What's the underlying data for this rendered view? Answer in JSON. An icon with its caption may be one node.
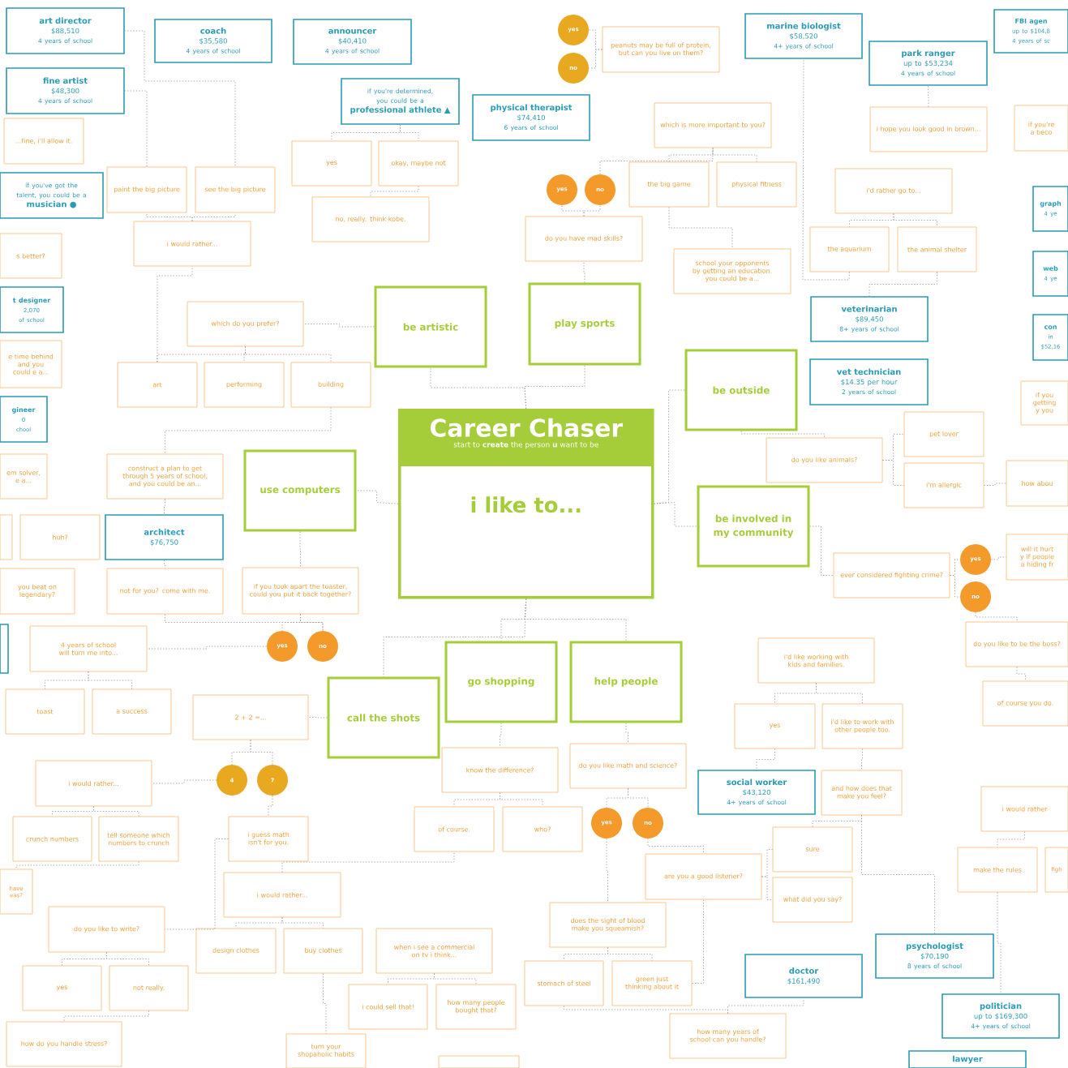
{
  "diagram": {
    "nodes": [
      {
        "text": [
          "art director",
          "$88,510",
          "4 years of school"
        ]
      },
      {
        "text": [
          "coach",
          "$35,580",
          "4 years of school"
        ]
      },
      {
        "text": [
          "announcer",
          "$40,410",
          "4 years of school"
        ]
      },
      {
        "text": [
          "fine artist",
          "$48,300",
          "4 years of school"
        ]
      },
      {
        "text": [
          "if you're determined, you could be a",
          "professional athlete ▲"
        ]
      },
      {
        "text": [
          "physical therapist",
          "$74,410",
          "6 years of school"
        ]
      },
      {
        "text": [
          "marine biologist",
          "$58,520",
          "4+ years of school"
        ]
      },
      {
        "text": [
          "park ranger",
          "up to $53,234",
          "4 years of school"
        ]
      },
      {
        "text": [
          "FBI agen",
          "up to $104,8",
          "4 years of sc"
        ]
      },
      {
        "text": [
          "if you've got the talent, you could be a",
          "musician ●"
        ]
      },
      {
        "text": [
          "t designer",
          "2,070",
          "of school"
        ]
      },
      {
        "text": [
          "gineer",
          "0",
          "chool"
        ]
      },
      {
        "text": [
          "architect",
          "$76,750"
        ]
      },
      {
        "text": [
          "veterinarian",
          "$89,450",
          "8+ years of school"
        ]
      },
      {
        "text": [
          "vet technician",
          "$14.35 per hour",
          "2 years of school"
        ]
      },
      {
        "text": [
          "graph",
          "4 ye"
        ]
      },
      {
        "text": [
          "web",
          "4 ye"
        ]
      },
      {
        "text": [
          "con",
          "in",
          "$52,16"
        ]
      },
      {
        "text": [
          "social worker",
          "$43,120",
          "4+ years of school"
        ]
      },
      {
        "text": [
          "psychologist",
          "$70,190",
          "8 years of school"
        ]
      },
      {
        "text": [
          "doctor",
          "$161,490"
        ]
      },
      {
        "text": [
          "politician",
          "up to $169,300",
          "4+ years of school"
        ]
      },
      {
        "text": [
          "lawyer"
        ]
      },
      {
        "text": [],
        "shape": "box"
      },
      {
        "text": [
          "...fine, i'll allow it."
        ]
      },
      {
        "text": [
          "paint the big picture"
        ]
      },
      {
        "text": [
          "see the big picture"
        ]
      },
      {
        "text": [
          "i would rather..."
        ]
      },
      {
        "text": [
          "yes"
        ]
      },
      {
        "text": [
          "okay, maybe not"
        ]
      },
      {
        "text": [
          "no, really. think kobe."
        ]
      },
      {
        "text": [
          "s better?"
        ]
      },
      {
        "text": [
          "which do you prefer?"
        ]
      },
      {
        "text": [
          "e time behind and you could e a..."
        ]
      },
      {
        "text": [
          "art"
        ]
      },
      {
        "text": [
          "performing"
        ]
      },
      {
        "text": [
          "building"
        ]
      },
      {
        "text": [
          "em solver, e a..."
        ]
      },
      {
        "text": [
          "construct a plan to get through 5 years of school, and you could be an..."
        ]
      },
      {
        "text": [
          "huh?"
        ]
      },
      {
        "text": [],
        "shape": "box"
      },
      {
        "text": [
          "you beat on legendary?"
        ]
      },
      {
        "text": [
          "not for you? come with me."
        ]
      },
      {
        "text": [
          "if you took apart the toaster, could you put it back together?"
        ]
      },
      {
        "text": [
          "4 years of school will turn me into..."
        ]
      },
      {
        "text": [
          "toast"
        ]
      },
      {
        "text": [
          "a success"
        ]
      },
      {
        "text": [
          "2 + 2 =..."
        ]
      },
      {
        "text": [
          "i would rather..."
        ]
      },
      {
        "text": [
          "crunch numbers"
        ]
      },
      {
        "text": [
          "tell someone which numbers to crunch"
        ]
      },
      {
        "text": [
          "i guess math isn't for you."
        ]
      },
      {
        "text": [
          "have eas?"
        ]
      },
      {
        "text": [
          "i would rather..."
        ]
      },
      {
        "text": [
          "do you like to write?"
        ]
      },
      {
        "text": [
          "design clothes"
        ]
      },
      {
        "text": [
          "buy clothes"
        ]
      },
      {
        "text": [
          "when i see a commercial on tv i think..."
        ]
      },
      {
        "text": [
          "yes"
        ]
      },
      {
        "text": [
          "not really."
        ]
      },
      {
        "text": [
          "how do you handle stress?"
        ]
      },
      {
        "text": [
          "i could sell that!"
        ]
      },
      {
        "text": [
          "how many people bought that?"
        ]
      },
      {
        "text": [
          "turn your shopaholic habits"
        ]
      },
      {
        "text": [
          "peanuts may be full of protein, but can you live on them?"
        ]
      },
      {
        "text": [
          "which is more important to you?"
        ]
      },
      {
        "text": [
          "the big game"
        ]
      },
      {
        "text": [
          "physical fitness"
        ]
      },
      {
        "text": [
          "do you have mad skills?"
        ]
      },
      {
        "text": [
          "school your opponents by getting an education. you could be a..."
        ]
      },
      {
        "text": [
          "i hope you look good in brown..."
        ]
      },
      {
        "text": [
          "if you're a beco"
        ]
      },
      {
        "text": [
          "i'd rather go to..."
        ]
      },
      {
        "text": [
          "the aquarium"
        ]
      },
      {
        "text": [
          "the animal shelter"
        ]
      },
      {
        "text": [
          "pet lover"
        ]
      },
      {
        "text": [
          "do you like animals?"
        ]
      },
      {
        "text": [
          "i'm allergic"
        ]
      },
      {
        "text": [
          "how abou"
        ]
      },
      {
        "text": [
          "if you getting y you"
        ]
      },
      {
        "text": [
          "ever considered fighting crime?"
        ]
      },
      {
        "text": [
          "will it hurt y if people a hiding fr"
        ]
      },
      {
        "text": [
          "do you like to be the boss?"
        ]
      },
      {
        "text": [
          "of course you do."
        ]
      },
      {
        "text": [
          "i'd like working with kids and families."
        ]
      },
      {
        "text": [
          "yes"
        ]
      },
      {
        "text": [
          "i'd like to work with other people too."
        ]
      },
      {
        "text": [
          "and how does that make you feel?"
        ]
      },
      {
        "text": [
          "i would rather"
        ]
      },
      {
        "text": [
          "sure"
        ]
      },
      {
        "text": [
          "what did you say?"
        ]
      },
      {
        "text": [
          "are you a good listener?"
        ]
      },
      {
        "text": [
          "make the rules"
        ]
      },
      {
        "text": [
          "figh"
        ]
      },
      {
        "text": [
          "know the difference?"
        ]
      },
      {
        "text": [
          "do you like math and science?"
        ]
      },
      {
        "text": [
          "of course."
        ]
      },
      {
        "text": [
          "who?"
        ]
      },
      {
        "text": [
          "does the sight of blood make you squeamish?"
        ]
      },
      {
        "text": [
          "stomach of steel"
        ]
      },
      {
        "text": [
          "green just thinking about it"
        ]
      },
      {
        "text": [
          "how many years of school can you handle?"
        ]
      },
      {
        "text": [],
        "shape": "box"
      },
      {
        "text": [
          "be artistic"
        ]
      },
      {
        "text": [
          "play sports"
        ]
      },
      {
        "text": [
          "be outside"
        ]
      },
      {
        "text": [
          "use computers"
        ]
      },
      {
        "text": [
          "be involved in my community"
        ]
      },
      {
        "text": [
          "go shopping"
        ]
      },
      {
        "text": [
          "help people"
        ]
      },
      {
        "text": [
          "call the shots"
        ]
      },
      {
        "text": [
          "Career Chaser",
          "start to **create** the person **u** want to be",
          "i like to..."
        ]
      },
      {
        "text": [
          "yes"
        ]
      },
      {
        "text": [
          "no"
        ]
      },
      {
        "text": [
          "yes"
        ]
      },
      {
        "text": [
          "no"
        ]
      },
      {
        "text": [
          "yes"
        ]
      },
      {
        "text": [
          "no"
        ]
      },
      {
        "text": [
          "4"
        ]
      },
      {
        "text": [
          "7"
        ]
      },
      {
        "text": [
          "yes"
        ]
      },
      {
        "text": [
          "no"
        ]
      },
      {
        "text": [
          "yes"
        ]
      },
      {
        "text": [
          "no"
        ]
      }
    ],
    "edges": [
      {
        "from": 111,
        "to": 103,
        "arrow": "none"
      },
      {
        "from": 111,
        "to": 104,
        "arrow": "none"
      },
      {
        "from": 111,
        "to": 105,
        "arrow": "none"
      },
      {
        "from": 111,
        "to": 106,
        "arrow": "none"
      },
      {
        "from": 111,
        "to": 107,
        "arrow": "none"
      },
      {
        "from": 111,
        "to": 108,
        "arrow": "none"
      },
      {
        "from": 111,
        "to": 109,
        "arrow": "none"
      },
      {
        "from": 111,
        "to": 110,
        "arrow": "none"
      },
      {
        "from": 103,
        "to": 32,
        "arrow": "none"
      },
      {
        "from": 32,
        "to": 34,
        "arrow": "none"
      },
      {
        "from": 32,
        "to": 35,
        "arrow": "none"
      },
      {
        "from": 32,
        "to": 36,
        "arrow": "none"
      },
      {
        "from": 34,
        "to": 27,
        "arrow": "none"
      },
      {
        "from": 27,
        "to": 25,
        "arrow": "none"
      },
      {
        "from": 27,
        "to": 26,
        "arrow": "none"
      },
      {
        "from": 25,
        "to": 3,
        "arrow": "none"
      },
      {
        "from": 26,
        "to": 0,
        "arrow": "none"
      },
      {
        "from": 36,
        "to": 38,
        "arrow": "none"
      },
      {
        "from": 38,
        "to": 12,
        "arrow": "none"
      },
      {
        "from": 12,
        "to": 42,
        "arrow": "none"
      },
      {
        "from": 117,
        "to": 42,
        "arrow": "none"
      },
      {
        "from": 116,
        "to": 44,
        "arrow": "none"
      },
      {
        "from": 43,
        "to": 116,
        "arrow": "none"
      },
      {
        "from": 43,
        "to": 117,
        "arrow": "none"
      },
      {
        "from": 106,
        "to": 43,
        "arrow": "none"
      },
      {
        "from": 44,
        "to": 45,
        "arrow": "none"
      },
      {
        "from": 44,
        "to": 46,
        "arrow": "none"
      },
      {
        "from": 110,
        "to": 47,
        "arrow": "none"
      },
      {
        "from": 47,
        "to": 118,
        "arrow": "none"
      },
      {
        "from": 47,
        "to": 119,
        "arrow": "none"
      },
      {
        "from": 118,
        "to": 48,
        "arrow": "none"
      },
      {
        "from": 119,
        "to": 51,
        "arrow": "none"
      },
      {
        "from": 48,
        "to": 49,
        "arrow": "none"
      },
      {
        "from": 48,
        "to": 50,
        "arrow": "none"
      },
      {
        "from": 50,
        "to": 52,
        "arrow": "none"
      },
      {
        "from": 51,
        "to": 54,
        "arrow": "none"
      },
      {
        "from": 54,
        "to": 58,
        "arrow": "none"
      },
      {
        "from": 54,
        "to": 59,
        "arrow": "none"
      },
      {
        "from": 59,
        "to": 60,
        "arrow": "none"
      },
      {
        "from": 53,
        "to": 55,
        "arrow": "none"
      },
      {
        "from": 53,
        "to": 56,
        "arrow": "none"
      },
      {
        "from": 53,
        "to": 96,
        "arrow": "none"
      },
      {
        "from": 108,
        "to": 94,
        "arrow": "none"
      },
      {
        "from": 94,
        "to": 96,
        "arrow": "none"
      },
      {
        "from": 94,
        "to": 97,
        "arrow": "none"
      },
      {
        "from": 56,
        "to": 63,
        "arrow": "none"
      },
      {
        "from": 57,
        "to": 61,
        "arrow": "none"
      },
      {
        "from": 57,
        "to": 62,
        "arrow": "none"
      },
      {
        "from": 109,
        "to": 95,
        "arrow": "none"
      },
      {
        "from": 95,
        "to": 120,
        "arrow": "none"
      },
      {
        "from": 95,
        "to": 121,
        "arrow": "none"
      },
      {
        "from": 120,
        "to": 98,
        "arrow": "none"
      },
      {
        "from": 121,
        "to": 91,
        "arrow": "none"
      },
      {
        "from": 98,
        "to": 99,
        "arrow": "none"
      },
      {
        "from": 98,
        "to": 100,
        "arrow": "none"
      },
      {
        "from": 99,
        "to": 101,
        "arrow": "none"
      },
      {
        "from": 100,
        "to": 91,
        "arrow": "none"
      },
      {
        "from": 91,
        "to": 89,
        "arrow": "none"
      },
      {
        "from": 91,
        "to": 90,
        "arrow": "none"
      },
      {
        "from": 89,
        "to": 87,
        "arrow": "none"
      },
      {
        "from": 87,
        "to": 19,
        "arrow": "none"
      },
      {
        "from": 107,
        "to": 80,
        "arrow": "none"
      },
      {
        "from": 80,
        "to": 122,
        "arrow": "none"
      },
      {
        "from": 80,
        "to": 123,
        "arrow": "none"
      },
      {
        "from": 122,
        "to": 81,
        "arrow": "none"
      },
      {
        "from": 123,
        "to": 82,
        "arrow": "none"
      },
      {
        "from": 82,
        "to": 83,
        "arrow": "none"
      },
      {
        "from": 84,
        "to": 85,
        "arrow": "none"
      },
      {
        "from": 84,
        "to": 86,
        "arrow": "none"
      },
      {
        "from": 85,
        "to": 18,
        "arrow": "none"
      },
      {
        "from": 86,
        "to": 87,
        "arrow": "none"
      },
      {
        "from": 101,
        "to": 20,
        "arrow": "none"
      },
      {
        "from": 88,
        "to": 92,
        "arrow": "none"
      },
      {
        "from": 92,
        "to": 21,
        "arrow": "none"
      },
      {
        "from": 105,
        "to": 76,
        "arrow": "none"
      },
      {
        "from": 76,
        "to": 75,
        "arrow": "none"
      },
      {
        "from": 76,
        "to": 77,
        "arrow": "none"
      },
      {
        "from": 77,
        "to": 78,
        "arrow": "none"
      },
      {
        "from": 72,
        "to": 73,
        "arrow": "none"
      },
      {
        "from": 72,
        "to": 74,
        "arrow": "none"
      },
      {
        "from": 73,
        "to": 6,
        "arrow": "none"
      },
      {
        "from": 74,
        "to": 13,
        "arrow": "none"
      },
      {
        "from": 104,
        "to": 68,
        "arrow": "none"
      },
      {
        "from": 68,
        "to": 114,
        "arrow": "none"
      },
      {
        "from": 68,
        "to": 115,
        "arrow": "none"
      },
      {
        "from": 115,
        "to": 65,
        "arrow": "none"
      },
      {
        "from": 65,
        "to": 66,
        "arrow": "none"
      },
      {
        "from": 65,
        "to": 67,
        "arrow": "none"
      },
      {
        "from": 66,
        "to": 69,
        "arrow": "none"
      },
      {
        "from": 64,
        "to": 112,
        "arrow": "none"
      },
      {
        "from": 64,
        "to": 113,
        "arrow": "none"
      },
      {
        "from": 70,
        "to": 7,
        "arrow": "none"
      },
      {
        "from": 4,
        "to": 28,
        "arrow": "none"
      },
      {
        "from": 4,
        "to": 29,
        "arrow": "none"
      },
      {
        "from": 29,
        "to": 30,
        "arrow": "none"
      }
    ]
  }
}
